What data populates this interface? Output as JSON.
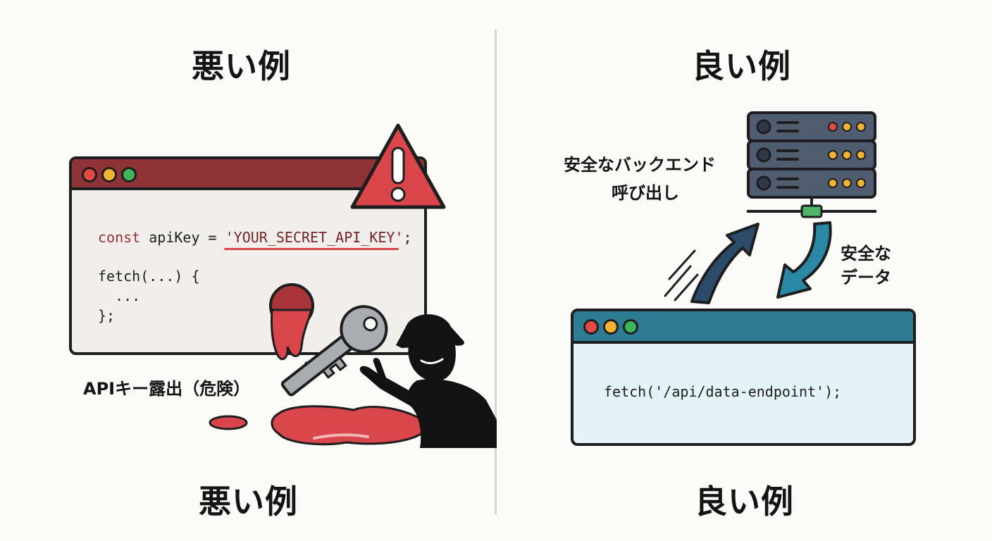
{
  "left": {
    "title_top": "悪い例",
    "title_bottom": "悪い例",
    "code": {
      "kw": "const",
      "decl": " apiKey = ",
      "secret": "'YOUR_SECRET_API_KEY'",
      "end": ";",
      "line2": "fetch(...) {",
      "line3": "  ...",
      "line4": "};"
    },
    "caption": "APIキー露出（危険）"
  },
  "right": {
    "title_top": "良い例",
    "title_bottom": "良い例",
    "backend_label_line1": "安全なバックエンド",
    "backend_label_line2": "呼び出し",
    "data_label_line1": "安全な",
    "data_label_line2": "データ",
    "code": "fetch('/api/data-endpoint');"
  },
  "colors": {
    "danger": "#d8454a",
    "danger_dark": "#8e3336",
    "safe": "#2e7c93",
    "server": "#4f5b6e",
    "arrow_blue": "#2c4b6b",
    "arrow_teal": "#2b87a6"
  }
}
